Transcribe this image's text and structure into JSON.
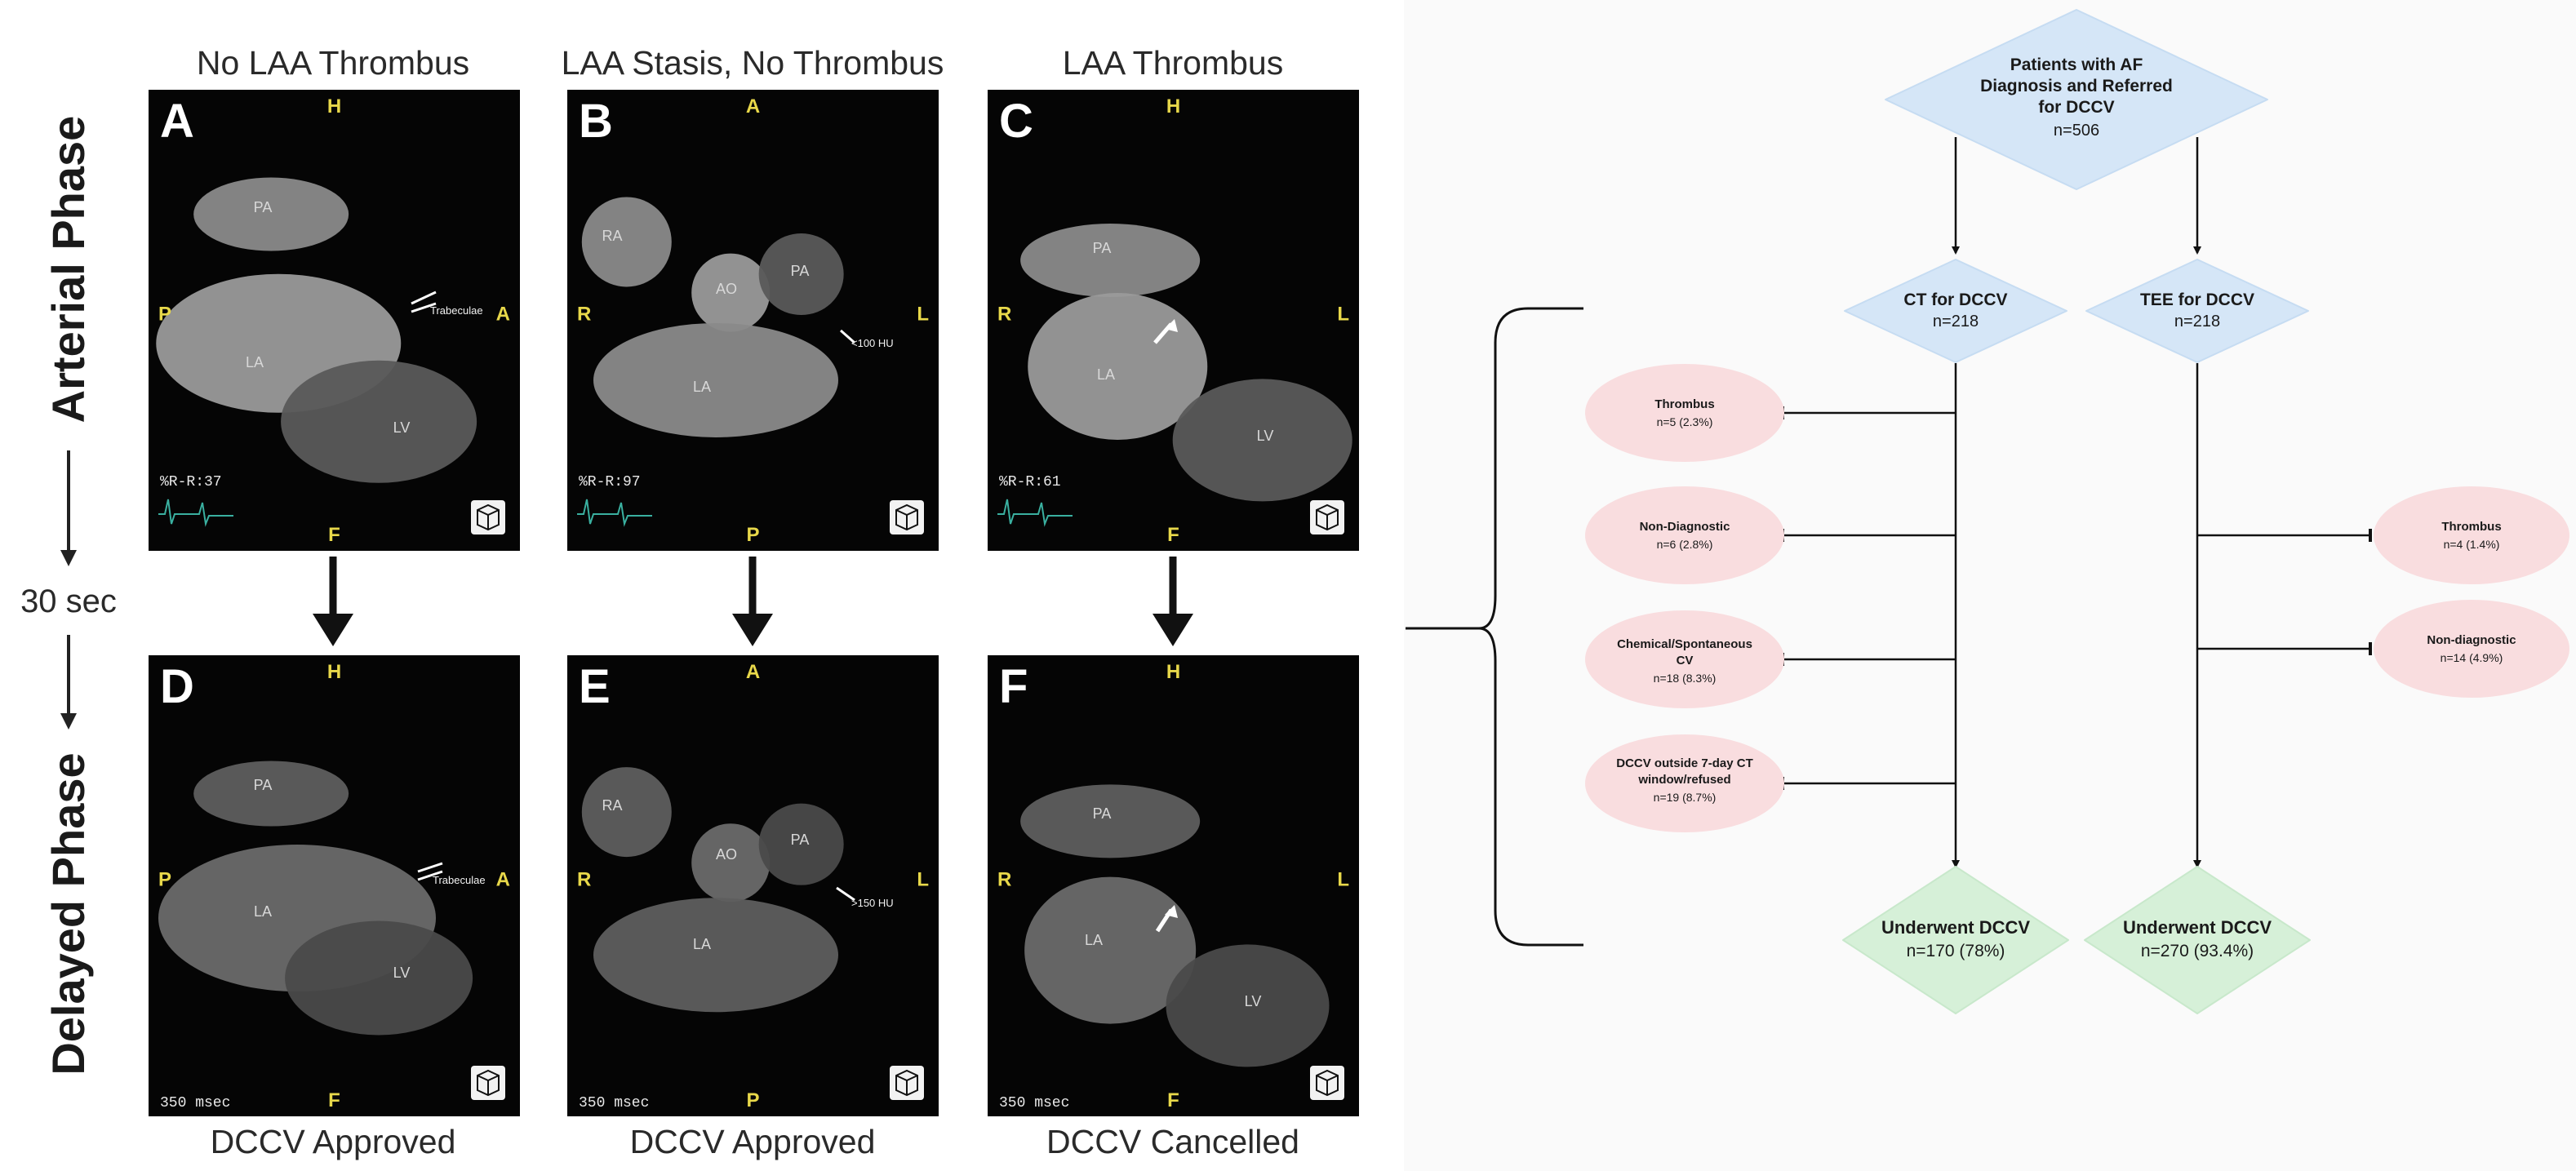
{
  "colors": {
    "flow_blue": "#d5e6f7",
    "flow_red": "#f9dddf",
    "flow_green": "#d6f0d8",
    "panel_black": "#050505",
    "orientation_yellow": "#e8d84a"
  },
  "figure": {
    "columns": [
      "No LAA Thrombus",
      "LAA Stasis, No Thrombus",
      "LAA Thrombus"
    ],
    "phases": {
      "arterial": "Arterial Phase",
      "delayed": "Delayed Phase",
      "interval": "30 sec"
    },
    "outcomes": [
      "DCCV Approved",
      "DCCV Approved",
      "DCCV Cancelled"
    ],
    "panels": [
      {
        "letter": "A",
        "top": "H",
        "bottom": "F",
        "left": "P",
        "right": "A",
        "labels": [
          "PA",
          "LA",
          "LV"
        ],
        "annotation": "Trabeculae",
        "info": "%R-R:37",
        "cube": "cube-icon-RA"
      },
      {
        "letter": "B",
        "top": "A",
        "bottom": "P",
        "left": "R",
        "right": "L",
        "labels": [
          "RA",
          "AO",
          "PA",
          "LA"
        ],
        "annotation": "<100 HU",
        "info": "%R-R:97",
        "cube": "cube-icon-F"
      },
      {
        "letter": "C",
        "top": "H",
        "bottom": "F",
        "left": "R",
        "right": "L",
        "labels": [
          "PA",
          "LA",
          "LV"
        ],
        "annotation": "",
        "info": "%R-R:61",
        "cube": "cube-icon-A"
      },
      {
        "letter": "D",
        "top": "H",
        "bottom": "F",
        "left": "P",
        "right": "A",
        "labels": [
          "PA",
          "LA",
          "LV"
        ],
        "annotation": "Trabeculae",
        "info": "350 msec",
        "cube": "cube-icon-RA"
      },
      {
        "letter": "E",
        "top": "A",
        "bottom": "P",
        "left": "R",
        "right": "L",
        "labels": [
          "RA",
          "AO",
          "PA",
          "LA"
        ],
        "annotation": ">150 HU",
        "info": "350 msec",
        "cube": "cube-icon-F"
      },
      {
        "letter": "F",
        "top": "H",
        "bottom": "F",
        "left": "R",
        "right": "L",
        "labels": [
          "PA",
          "LA",
          "LV"
        ],
        "annotation": "",
        "info": "350 msec",
        "cube": "cube-icon-A"
      }
    ]
  },
  "flowchart": {
    "root": {
      "lines": [
        "Patients with AF",
        "Diagnosis and Referred",
        "for DCCV"
      ],
      "count": "n=506"
    },
    "ct": {
      "title": "CT for DCCV",
      "count": "n=218"
    },
    "tee": {
      "title": "TEE for DCCV",
      "count": "n=218"
    },
    "ct_exclusions": [
      {
        "lines": [
          "Thrombus"
        ],
        "count": "n=5 (2.3%)"
      },
      {
        "lines": [
          "Non-Diagnostic"
        ],
        "count": "n=6 (2.8%)"
      },
      {
        "lines": [
          "Chemical/Spontaneous",
          "CV"
        ],
        "count": "n=18 (8.3%)"
      },
      {
        "lines": [
          "DCCV outside 7-day CT",
          "window/refused"
        ],
        "count": "n=19 (8.7%)"
      }
    ],
    "tee_exclusions": [
      {
        "lines": [
          "Thrombus"
        ],
        "count": "n=4 (1.4%)"
      },
      {
        "lines": [
          "Non-diagnostic"
        ],
        "count": "n=14 (4.9%)"
      }
    ],
    "ct_outcome": {
      "title": "Underwent DCCV",
      "count": "n=170 (78%)"
    },
    "tee_outcome": {
      "title": "Underwent DCCV",
      "count": "n=270 (93.4%)"
    }
  }
}
